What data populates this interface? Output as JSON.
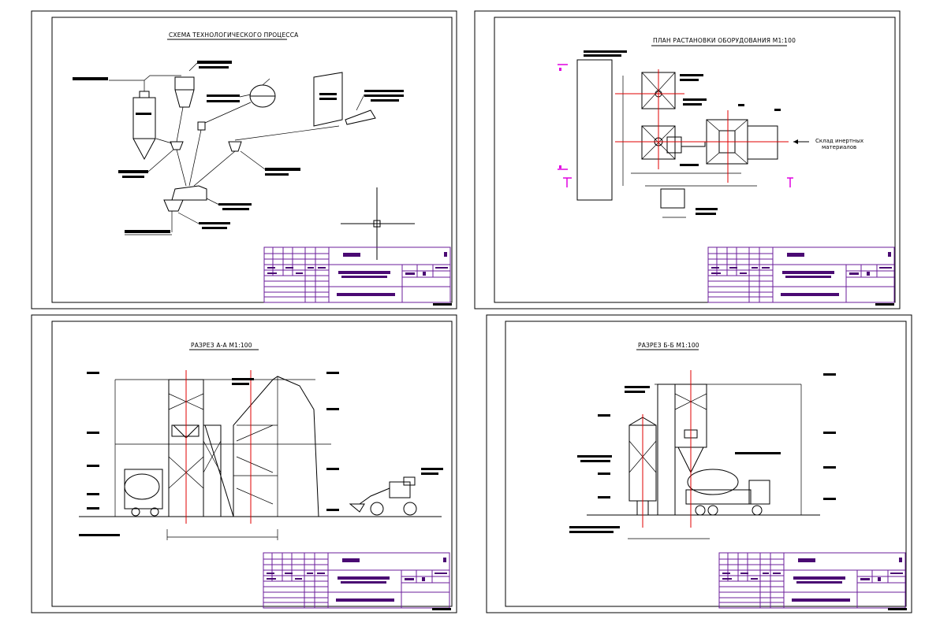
{
  "sheets": [
    {
      "title": "СХЕМА ТЕХНОЛОГИЧЕСКОГО ПРОЦЕССА"
    },
    {
      "title": "ПЛАН РАСТАНОВКИ ОБОРУДОВАНИЯ М1:100",
      "note_line1": "Склад инертных",
      "note_line2": "материалов"
    },
    {
      "title": "РАЗРЕЗ А-А М1:100"
    },
    {
      "title": "РАЗРЕЗ Б-Б М1:100"
    }
  ],
  "colors": {
    "frame": "#000000",
    "title_block": "#6b1d9b",
    "axis": "#e00000",
    "marker": "#e000e0",
    "hatch": "#3b3bd6"
  }
}
